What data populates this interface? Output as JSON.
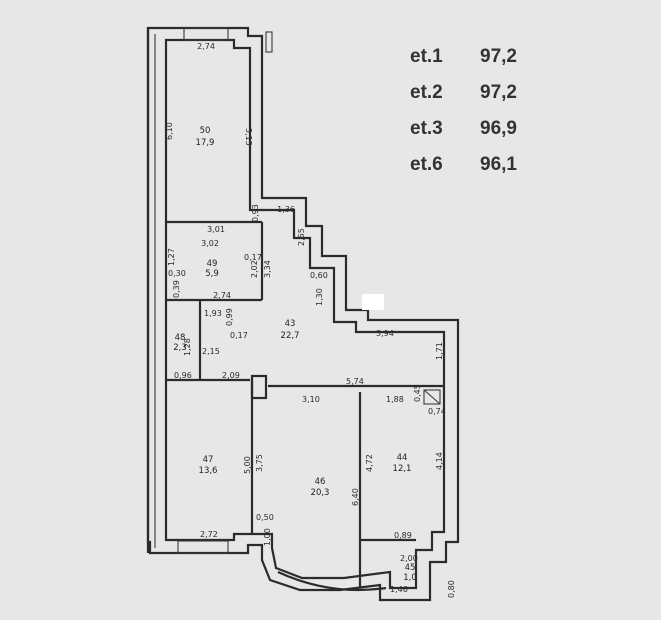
{
  "legend": [
    {
      "label": "et.1",
      "value": "97,2"
    },
    {
      "label": "et.2",
      "value": "97,2"
    },
    {
      "label": "et.3",
      "value": "96,9"
    },
    {
      "label": "et.6",
      "value": "96,1"
    }
  ],
  "rooms": {
    "r50": {
      "num": "50",
      "area": "17,9"
    },
    "r49": {
      "num": "49",
      "area": "5,9"
    },
    "r43": {
      "num": "43",
      "area": "22,7"
    },
    "r48": {
      "num": "48",
      "area": "2,3"
    },
    "r47": {
      "num": "47",
      "area": "13,6"
    },
    "r46": {
      "num": "46",
      "area": "20,3"
    },
    "r44": {
      "num": "44",
      "area": "12,1"
    },
    "r45": {
      "num": "45",
      "area": "1,0"
    }
  },
  "dims": {
    "d274_top": "2,74",
    "d610": "6,10",
    "d515": "5,15",
    "d301": "3,01",
    "d093": "0,93",
    "d136": "1,36",
    "d265": "2,65",
    "d302": "3,02",
    "d127": "1,27",
    "d030": "0,30",
    "d017a": "0,17",
    "d202": "2,02",
    "d334": "3,34",
    "d060": "0,60",
    "d130": "1,30",
    "d039": "0,39",
    "d274_mid": "2,74",
    "d193": "1,93",
    "d099": "0,99",
    "d017b": "0,17",
    "d394": "3,94",
    "d171": "1,71",
    "d128": "1,28",
    "d215": "2,15",
    "d096": "0,96",
    "d209": "2,09",
    "d574": "5,74",
    "d310": "3,10",
    "d188": "1,88",
    "d045": "0,45",
    "d074": "0,74",
    "d500": "5,00",
    "d375": "3,75",
    "d472": "4,72",
    "d414": "4,14",
    "d640": "6,40",
    "d272": "2,72",
    "d100": "1,00",
    "d050": "0,50",
    "d146": "1,46",
    "d089": "0,89",
    "d080": "0,80",
    "d200": "2,00"
  }
}
